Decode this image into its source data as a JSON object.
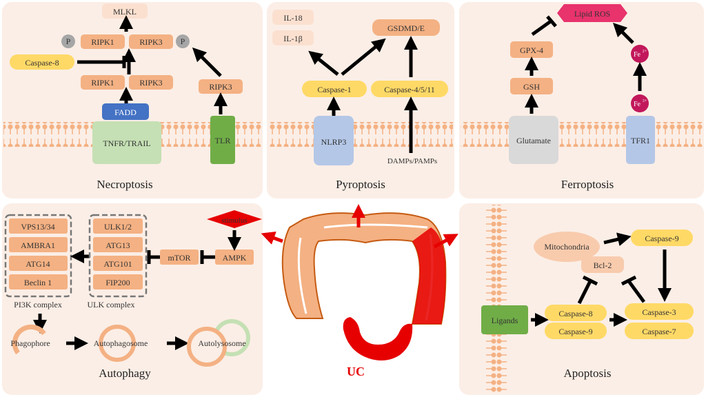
{
  "panels": {
    "necroptosis": {
      "title": "Necroptosis",
      "mlkl": "MLKL",
      "p": "P",
      "ripk1": "RIPK1",
      "ripk3": "RIPK3",
      "caspase8": "Caspase-8",
      "fadd": "FADD",
      "tnfr": "TNFR/TRAIL",
      "tlr": "TLR"
    },
    "pyroptosis": {
      "title": "Pyroptosis",
      "il18": "IL-18",
      "il1b": "IL-1β",
      "gsdmd": "GSDMD/E",
      "caspase1": "Caspase-1",
      "caspase4511": "Caspase-4/5/11",
      "nlrp3": "NLRP3",
      "damps": "DAMPs/PAMPs"
    },
    "ferroptosis": {
      "title": "Ferroptosis",
      "lipid_ros": "Lipid ROS",
      "gpx4": "GPX-4",
      "gsh": "GSH",
      "glutamate": "Glutamate",
      "fe": "Fe",
      "fe2_charge": "2+",
      "fe3_charge": "3+",
      "tfr1": "TFR1"
    },
    "autophagy": {
      "title": "Autophagy",
      "pi3k_items": [
        "VPS13/34",
        "AMBRA1",
        "ATG14",
        "Beclin 1"
      ],
      "ulk_items": [
        "ULK1/2",
        "ATG13",
        "ATG101",
        "FIP200"
      ],
      "pi3k_label": "PI3K complex",
      "ulk_label": "ULK complex",
      "stimulus": "stimulus",
      "mtor": "mTOR",
      "ampk": "AMPK",
      "phagophore": "Phagophore",
      "autophagosome": "Autophagosome",
      "autolysosome": "Autolysosome"
    },
    "apoptosis": {
      "title": "Apoptosis",
      "mitochondria": "Mitochondria",
      "caspase9_top": "Caspase-9",
      "bcl2": "Bcl-2",
      "ligands": "Ligands",
      "caspase8": "Caspase-8",
      "caspase9": "Caspase-9",
      "caspase3": "Caspase-3",
      "caspase7": "Caspase-7"
    }
  },
  "center": {
    "label": "UC"
  },
  "colors": {
    "panel_bg": "#fbeee6",
    "orange_box": "#f4b183",
    "yellow_box": "#ffd966",
    "blue_box": "#4472c4",
    "green_box": "#70ad47",
    "light_blue": "#b4c7e7",
    "light_green": "#c5e0b4",
    "grey_box": "#d9d9d9",
    "red": "#e60000",
    "magenta": "#e8336d"
  }
}
